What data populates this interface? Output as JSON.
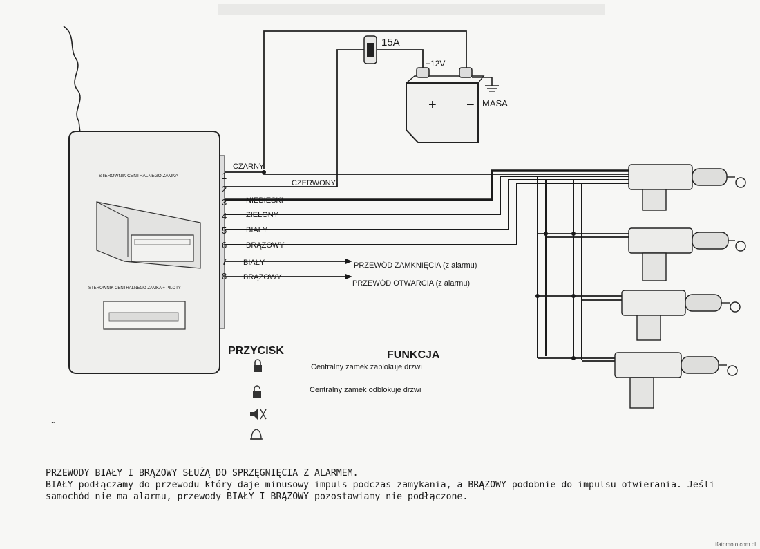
{
  "fuse_label": "15A",
  "battery": {
    "plus_label": "+12V",
    "pos_symbol": "+",
    "neg_symbol": "−",
    "ground_label": "MASA"
  },
  "module": {
    "title_top": "STEROWNIK CENTRALNEGO ZAMKA",
    "title_bottom": "STEROWNIK CENTRALNEGO ZAMKA + PILOTY"
  },
  "wires": [
    {
      "num": "1",
      "color_label": "CZARNY"
    },
    {
      "num": "2",
      "color_label": "CZERWONY"
    },
    {
      "num": "3",
      "color_label": "NIEBIESKI"
    },
    {
      "num": "4",
      "color_label": "ZIELONY"
    },
    {
      "num": "5",
      "color_label": "BIAŁY"
    },
    {
      "num": "6",
      "color_label": "BRĄZOWY"
    },
    {
      "num": "7",
      "color_label": "BIAŁY",
      "destination": "PRZEWÓD ZAMKNIĘCIA (z alarmu)"
    },
    {
      "num": "8",
      "color_label": "BRĄZOWY",
      "destination": "PRZEWÓD OTWARCIA (z alarmu)"
    }
  ],
  "table": {
    "col_button": "PRZYCISK",
    "col_function": "FUNKCJA",
    "rows": [
      {
        "icon": "padlock-closed-icon",
        "function": "Centralny zamek zablokuje drzwi"
      },
      {
        "icon": "padlock-open-icon",
        "function": "Centralny zamek odblokuje drzwi"
      },
      {
        "icon": "speaker-mute-icon",
        "function": ""
      },
      {
        "icon": "bell-icon",
        "function": ""
      }
    ]
  },
  "note": {
    "line1": "PRZEWODY BIAŁY I BRĄZOWY SŁUŻĄ DO SPRZĘGNIĘCIA Z ALARMEM.",
    "line2": "BIAŁY podłączamy do przewodu który daje minusowy impuls podczas zamykania, a BRĄZOWY podobnie do impulsu otwierania. Jeśli",
    "line3": "samochód nie ma alarmu, przewody BIAŁY I BRĄZOWY pozostawiamy nie podłączone."
  },
  "watermark": "ifatomoto.com.pl"
}
